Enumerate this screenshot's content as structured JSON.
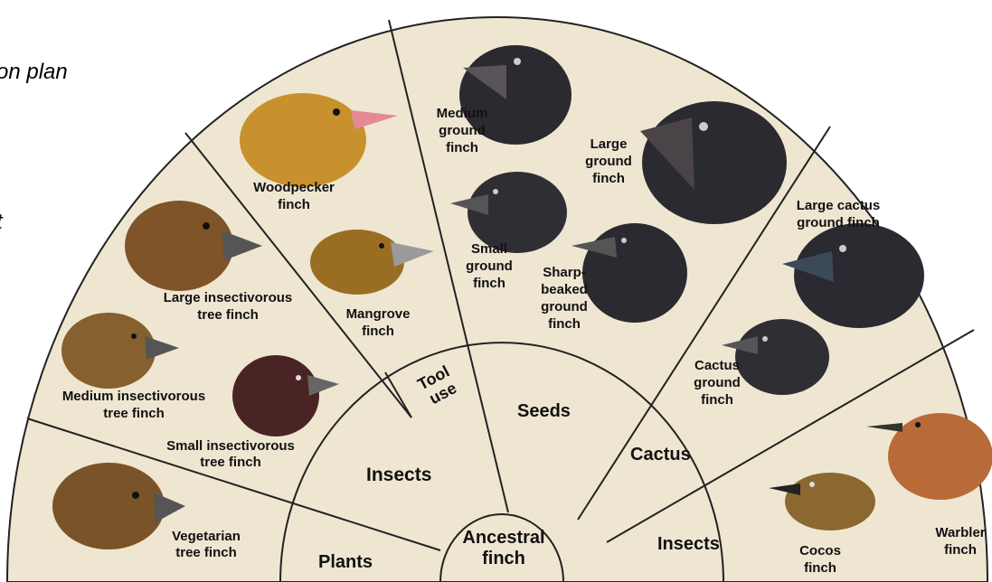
{
  "slide_fragments": [
    "on plan",
    "t"
  ],
  "center": {
    "line1": "Ancestral",
    "line2": "finch"
  },
  "diet_categories": {
    "plants": "Plants",
    "insects_left": "Insects",
    "tool_use": {
      "line1": "Tool",
      "line2": "use"
    },
    "seeds": "Seeds",
    "cactus": "Cactus",
    "insects_right": "Insects"
  },
  "finches": {
    "vegetarian": [
      "Vegetarian",
      "tree finch"
    ],
    "small_insectivorous": [
      "Small insectivorous",
      "tree finch"
    ],
    "medium_insectivorous": [
      "Medium insectivorous",
      "tree finch"
    ],
    "large_insectivorous": [
      "Large insectivorous",
      "tree finch"
    ],
    "woodpecker": [
      "Woodpecker",
      "finch"
    ],
    "mangrove": [
      "Mangrove",
      "finch"
    ],
    "medium_ground": [
      "Medium",
      "ground",
      "finch"
    ],
    "large_ground": [
      "Large",
      "ground",
      "finch"
    ],
    "small_ground": [
      "Small",
      "ground",
      "finch"
    ],
    "sharp_beaked": [
      "Sharp-",
      "beaked",
      "ground",
      "finch"
    ],
    "large_cactus": [
      "Large cactus",
      "ground finch"
    ],
    "cactus_ground": [
      "Cactus",
      "ground",
      "finch"
    ],
    "warbler": [
      "Warbler",
      "finch"
    ],
    "cocos": [
      "Cocos",
      "finch"
    ]
  },
  "colors": {
    "background": "#efe6d2",
    "lines": "#222222",
    "dark_finch": "#2a2a30",
    "brown_finch": "#7a5428",
    "golden_finch": "#c9902e",
    "rufous_finch": "#b86a38",
    "beak_gray": "#8a8a8a",
    "beak_pink": "#e48a92"
  }
}
